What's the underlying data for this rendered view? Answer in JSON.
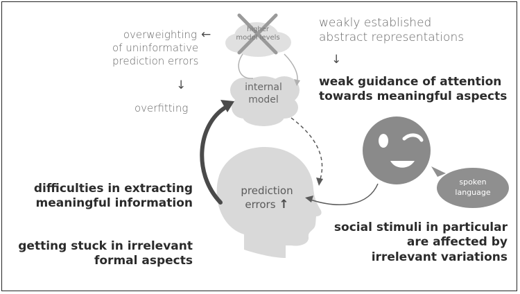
{
  "nodes": {
    "higher_model_levels": "higher\nmodel levels",
    "internal_model": [
      "internal",
      "model"
    ],
    "prediction_errors": [
      "prediction",
      "errors"
    ],
    "spoken_language": [
      "spoken",
      "language"
    ]
  },
  "annotations": {
    "overweighting": [
      "overweighting",
      "of uninformative",
      "prediction errors"
    ],
    "overfitting": "overfitting",
    "weakly_established": [
      "weakly established",
      "abstract representations"
    ],
    "weak_guidance": [
      "weak guidance of attention",
      "towards meaningful aspects"
    ],
    "difficulties": [
      "difficulties in extracting",
      "meaningful information"
    ],
    "stuck": [
      "getting stuck in irrelevant",
      "formal aspects"
    ],
    "social_stimuli": [
      "social stimuli in particular",
      "are affected by",
      "irrelevant variations"
    ]
  },
  "colors": {
    "cloud": "#dcdcdc",
    "head": "#d9d9d9",
    "emoji": "#8a8a8a",
    "bubble": "#8f8f8f",
    "cross": "#9a9a9a",
    "arrow": "#4a4a4a"
  },
  "icons": {
    "cross": "x-mark-icon",
    "wink": "winking-face-icon",
    "up_arrow": "up-arrow-icon"
  }
}
